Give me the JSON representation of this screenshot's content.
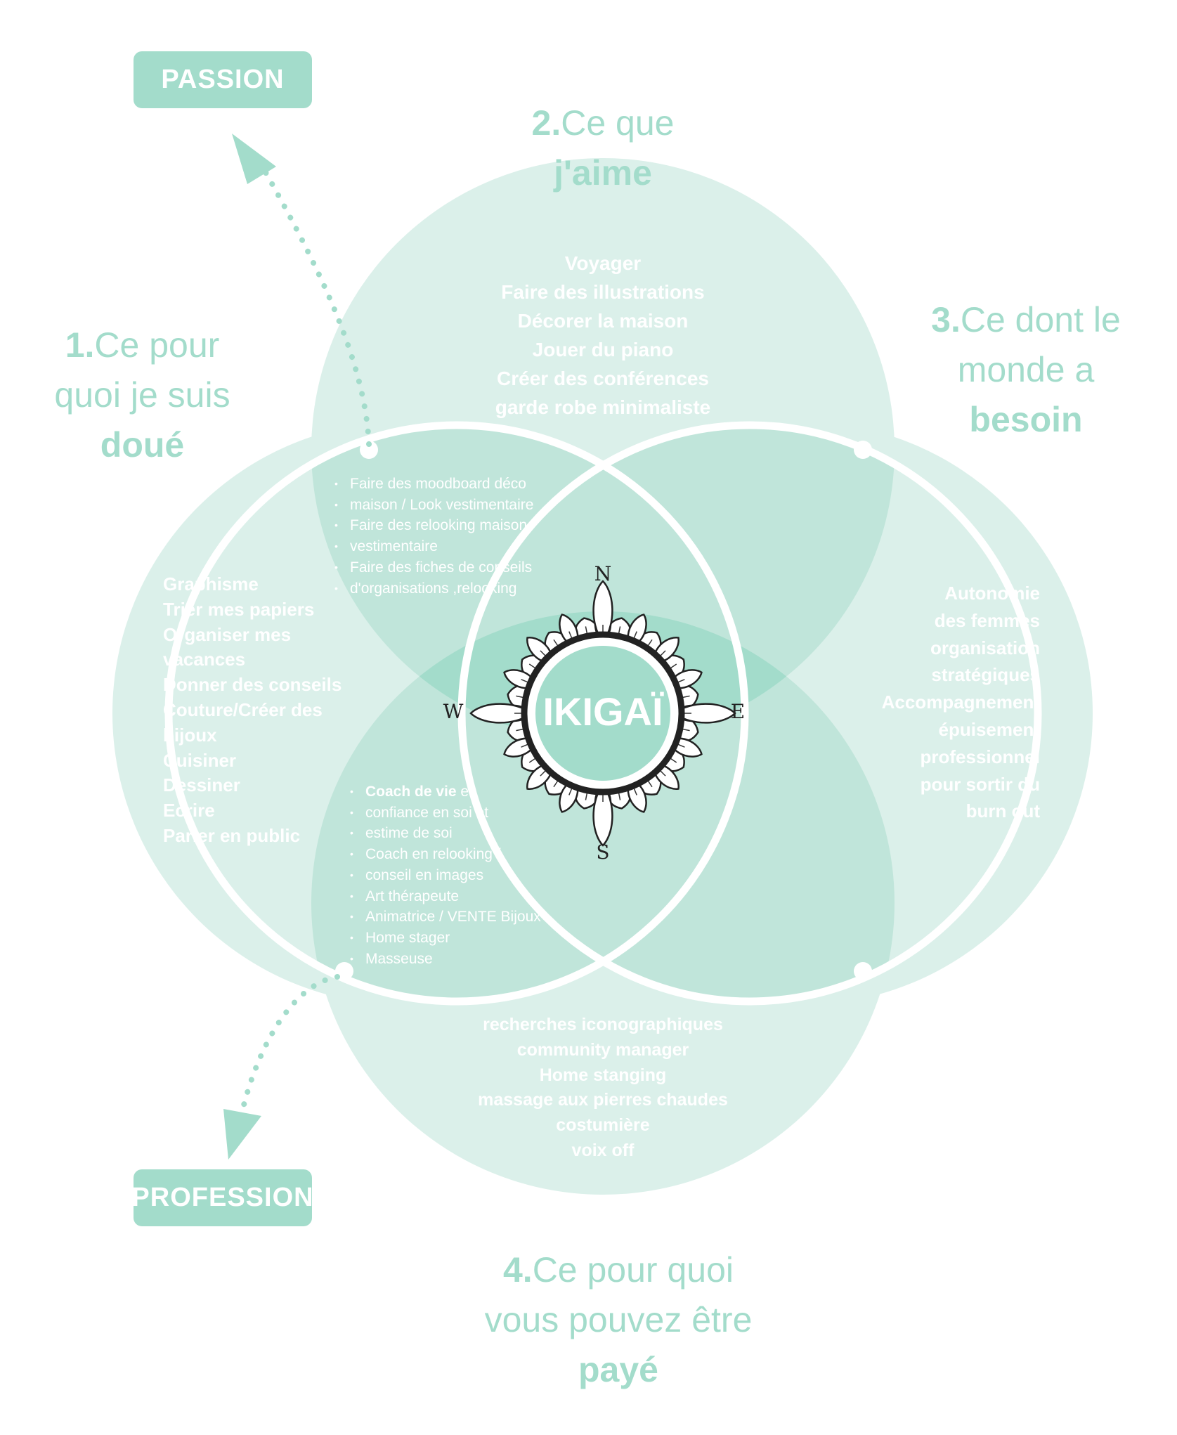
{
  "colors": {
    "circle_fill": "#dbf0ea",
    "overlap_fill": "#c0e5da",
    "core_fill": "#a3dccb",
    "accent": "#a3dccb",
    "ring_stroke": "#ffffff",
    "text_light": "#ffffff"
  },
  "tags": {
    "passion": "PASSION",
    "profession": "PROFESSION"
  },
  "headings": {
    "love": {
      "num": "2.",
      "line1": "Ce que",
      "strong": "j'aime"
    },
    "good": {
      "num": "1.",
      "line1": "Ce pour",
      "line2": "quoi je suis",
      "strong": "doué"
    },
    "need": {
      "num": "3.",
      "line1": "Ce dont le",
      "line2": "monde a",
      "strong": "besoin"
    },
    "paid": {
      "num": "4.",
      "line1": "Ce pour quoi",
      "line2": "vous pouvez être",
      "strong": "payé"
    }
  },
  "circles": {
    "top": [
      "Voyager",
      "Faire des illustrations",
      "Décorer la maison",
      "Jouer du piano",
      "Créer des conférences",
      "garde robe minimaliste"
    ],
    "left": [
      "Graphisme",
      "Trier mes papiers",
      "Organiser mes",
      "vacances",
      "Donner des conseils",
      "Couture/Créer des",
      "bijoux",
      "Cuisiner",
      "Dessiner",
      "Ecrire",
      "Parler en public"
    ],
    "right": [
      "Autonomie",
      "des femmes",
      "organisation",
      "stratégiques",
      "Accompagnement",
      "épuisement",
      "professionnel",
      "pour sortir du",
      "burn out"
    ],
    "bottom": [
      "recherches iconographiques",
      "community manager",
      "Home stanging",
      "massage aux pierres chaudes",
      "costumière",
      "voix off"
    ]
  },
  "overlaps": {
    "passion": [
      "Faire des moodboard déco",
      "maison / Look vestimentaire",
      "Faire des relooking maison,",
      "vestimentaire",
      "Faire des fiches de conseils",
      "d'organisations ,relooking"
    ],
    "profession": {
      "first_bold": "Coach de vie",
      "first_rest": " en",
      "items": [
        "confiance en soi et",
        "estime de soi",
        "Coach en relooking /",
        "conseil en images",
        "Art thérapeute",
        "Animatrice / VENTE Bijoux",
        "Home stager",
        "Masseuse"
      ]
    }
  },
  "center": {
    "label": "IKIGAÏ",
    "compass": {
      "n": "N",
      "s": "S",
      "e": "E",
      "w": "W"
    },
    "icon": "compass-mandala-icon"
  },
  "arrows": {
    "passion": "dotted-arrow-icon",
    "profession": "dotted-arrow-icon"
  }
}
